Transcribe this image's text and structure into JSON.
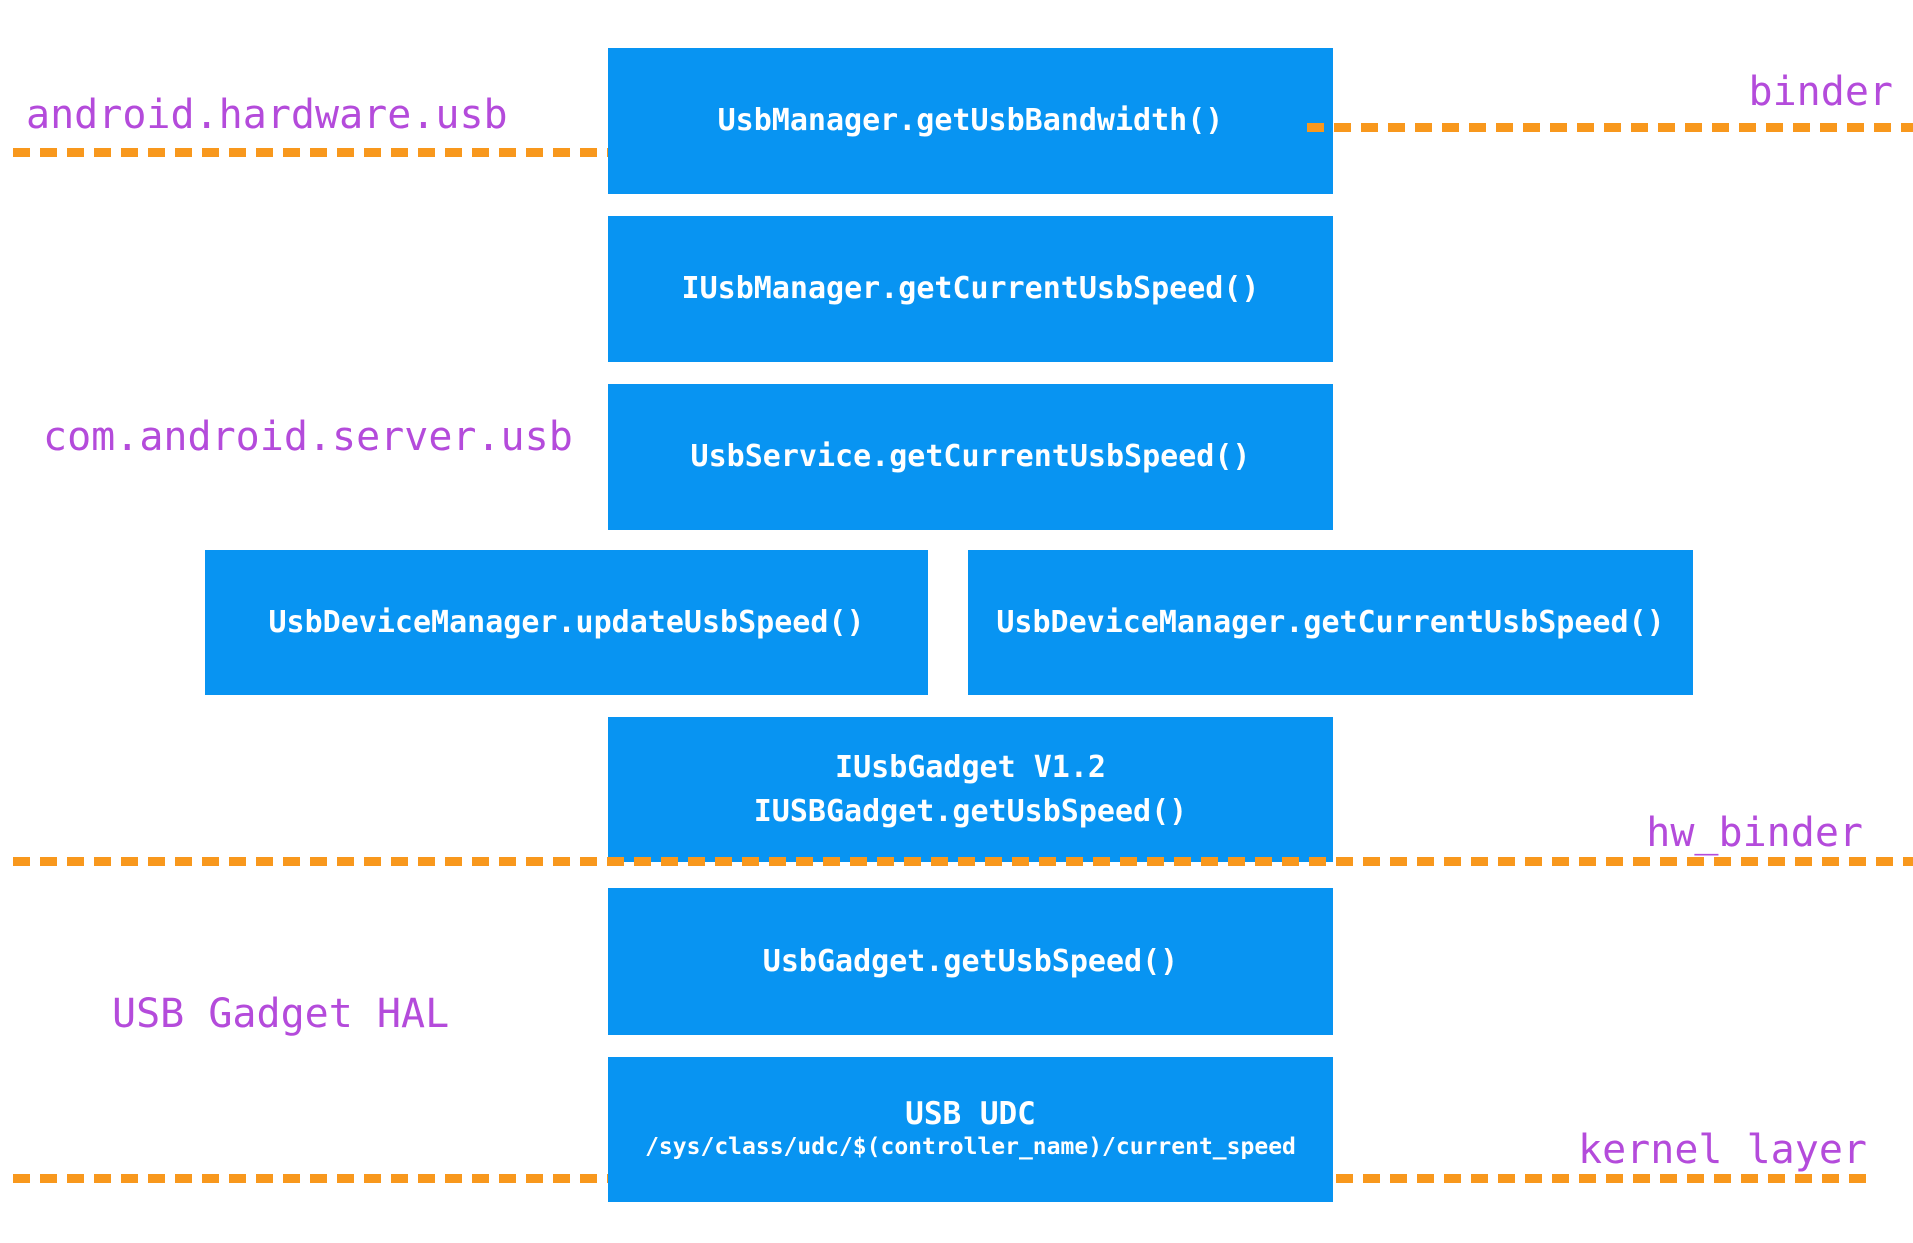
{
  "diagram": {
    "title": "USB speed reporting stack diagram",
    "colors": {
      "box_fill": "#0894F2",
      "box_text": "#FFFFFF",
      "dash_orange": "#F8981D",
      "label_purple": "#B44BDB",
      "background": "#FFFFFF"
    },
    "left_labels": {
      "android_hardware_usb": "android.hardware.usb",
      "com_android_server_usb": "com.android.server.usb",
      "usb_gadget_hal": "USB Gadget HAL"
    },
    "right_labels": {
      "binder": "binder",
      "hw_binder": "hw_binder",
      "kernel_layer": "kernel layer"
    },
    "boxes": {
      "usb_manager": "UsbManager.getUsbBandwidth()",
      "iusb_manager": "IUsbManager.getCurrentUsbSpeed()",
      "usb_service": "UsbService.getCurrentUsbSpeed()",
      "usb_device_manager_update": "UsbDeviceManager.updateUsbSpeed()",
      "usb_device_manager_get": "UsbDeviceManager.getCurrentUsbSpeed()",
      "iusb_gadget_line1": "IUsbGadget V1.2",
      "iusb_gadget_line2": "IUSBGadget.getUsbSpeed()",
      "usb_gadget": "UsbGadget.getUsbSpeed()",
      "usb_udc_line1": "USB UDC",
      "usb_udc_line2": "/sys/class/udc/$(controller_name)/current_speed"
    }
  }
}
